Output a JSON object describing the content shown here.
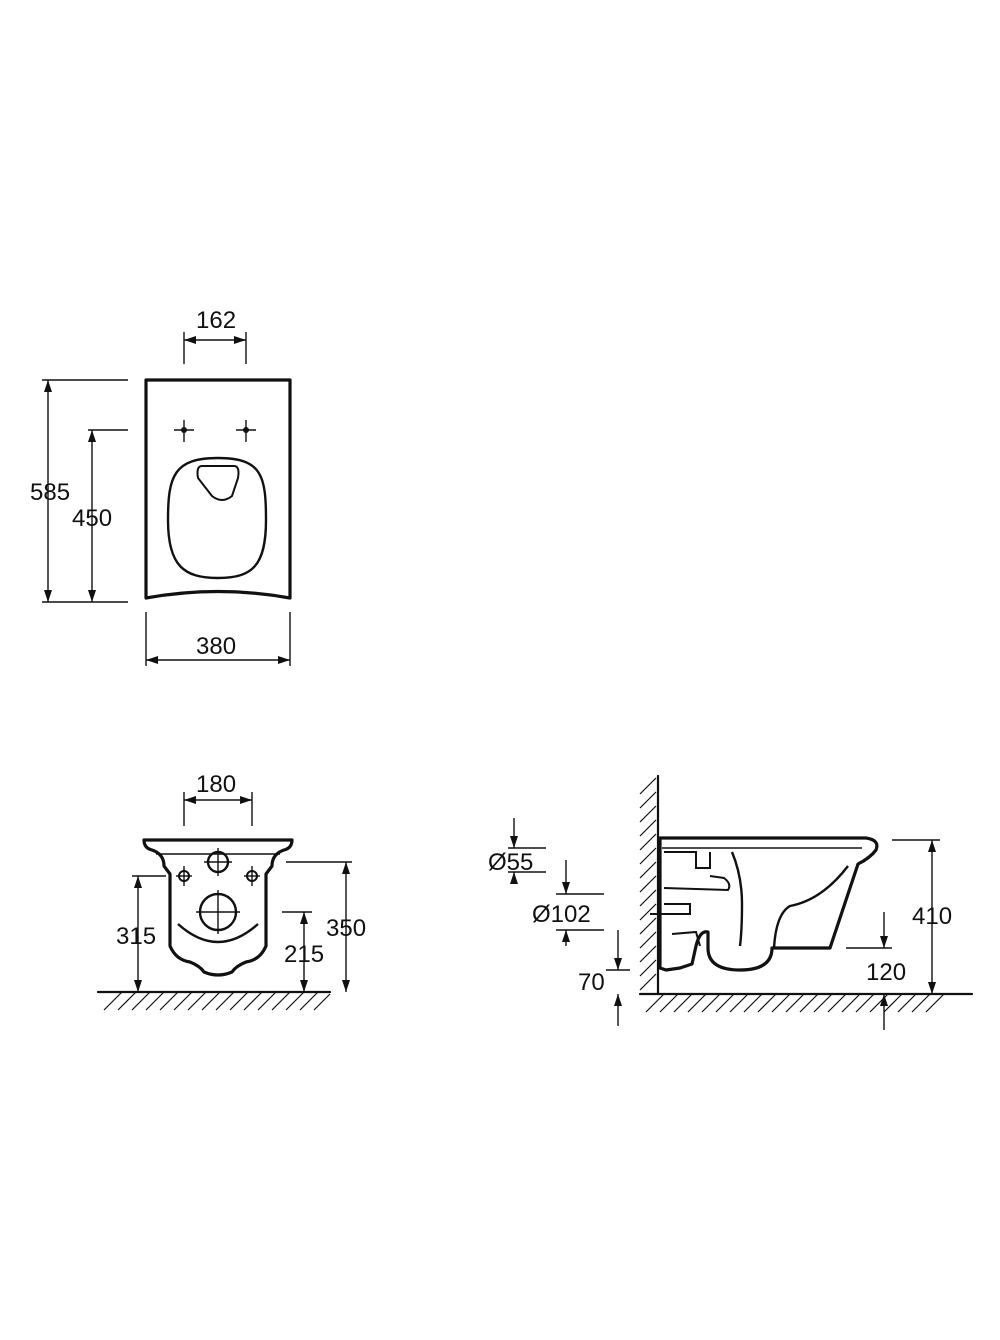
{
  "top_view": {
    "dim_hole_spacing": "162",
    "dim_length": "585",
    "dim_hole_to_front": "450",
    "dim_width": "380"
  },
  "front_view": {
    "dim_hole_spacing": "180",
    "dim_hole_height": "315",
    "dim_total_height": "350",
    "dim_outlet_height": "215"
  },
  "side_view": {
    "dim_inlet_diameter": "Ø55",
    "dim_outlet_diameter": "Ø102",
    "dim_outlet_offset": "70",
    "dim_rim_height": "410",
    "dim_outlet_height": "120"
  }
}
